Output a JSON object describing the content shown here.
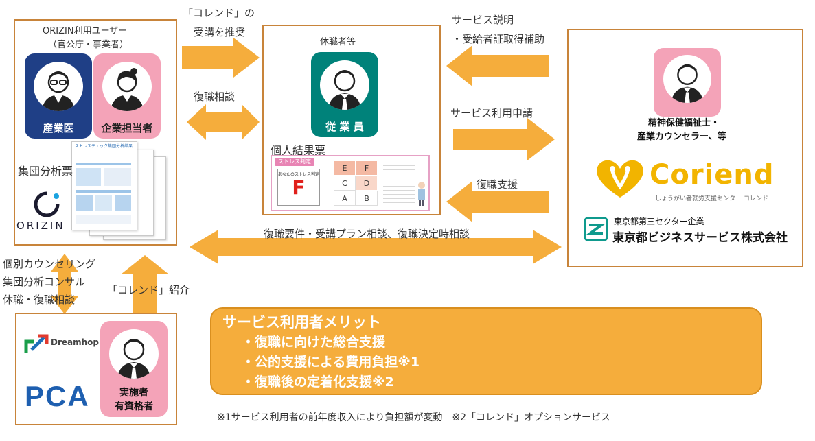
{
  "left_box": {
    "title_line1": "ORIZIN利用ユーザー",
    "title_line2": "（官公庁・事業者）",
    "doctor_label": "産業医",
    "hr_label": "企業担当者",
    "group_report_label": "集団分析票",
    "report_thumb_title": "ストレスチェック集団分析結果",
    "logo_text": "ORIZIN"
  },
  "center_box": {
    "title": "休職者等",
    "employee_label": "従 業 員",
    "individual_report_label": "個人結果票",
    "report": {
      "header": "ストレス判定",
      "grade_title": "あなたのストレス判定",
      "grade": "F",
      "grid": [
        "E",
        "F",
        "C",
        "D",
        "A",
        "B"
      ]
    }
  },
  "right_box": {
    "role_line1": "精神保健福祉士・",
    "role_line2": "産業カウンセラー、等",
    "coriend_logo": "Coriend",
    "coriend_sub": "しょうがい者就労支援センター  コレンド",
    "tbs_sub": "東京都第三セクター企業",
    "tbs_name": "東京都ビジネスサービス株式会社"
  },
  "bottom_left_box": {
    "dreamhop": "Dreamhop",
    "pca": "PCA",
    "role_line1": "実施者",
    "role_line2": "有資格者"
  },
  "arrows": {
    "recommend_line1": "「コレンド」の",
    "recommend_line2": "受講を推奨",
    "return_consult": "復職相談",
    "service_explain_line1": "サービス説明",
    "service_explain_line2": "・受給者証取得補助",
    "service_apply": "サービス利用申請",
    "return_support": "復職支援",
    "long_arrow": "復職要件・受講プラン相談、復職決定時相談",
    "left_vertical_line1": "個別カウンセリング",
    "left_vertical_line2": "集団分析コンサル",
    "left_vertical_line3": "休職・復職相談",
    "intro": "「コレンド」紹介"
  },
  "merit": {
    "title": "サービス利用者メリット",
    "items": [
      "・復職に向けた総合支援",
      "・公的支援による費用負担※1",
      "・復職後の定着化支援※2"
    ]
  },
  "footnote": "※1サービス利用者の前年度収入により負担額が変動　※2「コレンド」オプションサービス",
  "colors": {
    "box_border": "#c8843a",
    "arrow": "#f5ad3c",
    "navy": "#1f3f86",
    "pink": "#f4a3b8",
    "teal": "#00827a",
    "coriend_yellow": "#f2b400",
    "tbs_teal": "#0f9a8d",
    "merit_bg": "#f5ad3c"
  }
}
